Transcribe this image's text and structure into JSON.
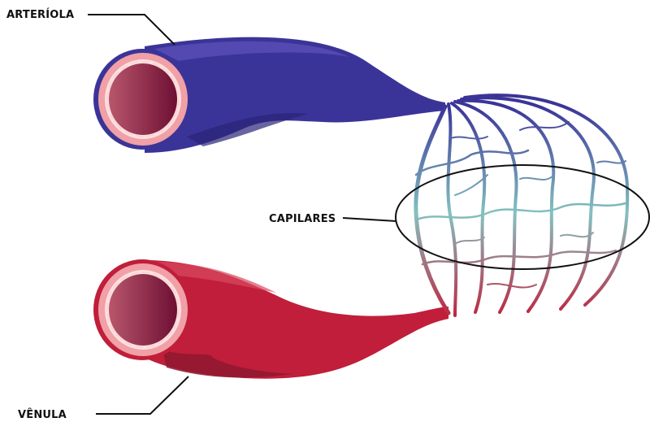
{
  "labels": {
    "arteriole": "ARTERÍOLA",
    "capillaries": "CAPILARES",
    "venule": "VÊNULA"
  },
  "colors": {
    "arteriole": "#3b3498",
    "arteriole_light": "#5a4fb8",
    "venule": "#c01e3a",
    "venule_dark": "#8e1830",
    "capillary_mid": "#84c1c0",
    "lumen_dark": "#7a1236",
    "lumen_light": "#b8566c",
    "wall_pink": "#f0a0a6",
    "wall_rim": "#fde0e0",
    "leader_line": "#111111"
  }
}
